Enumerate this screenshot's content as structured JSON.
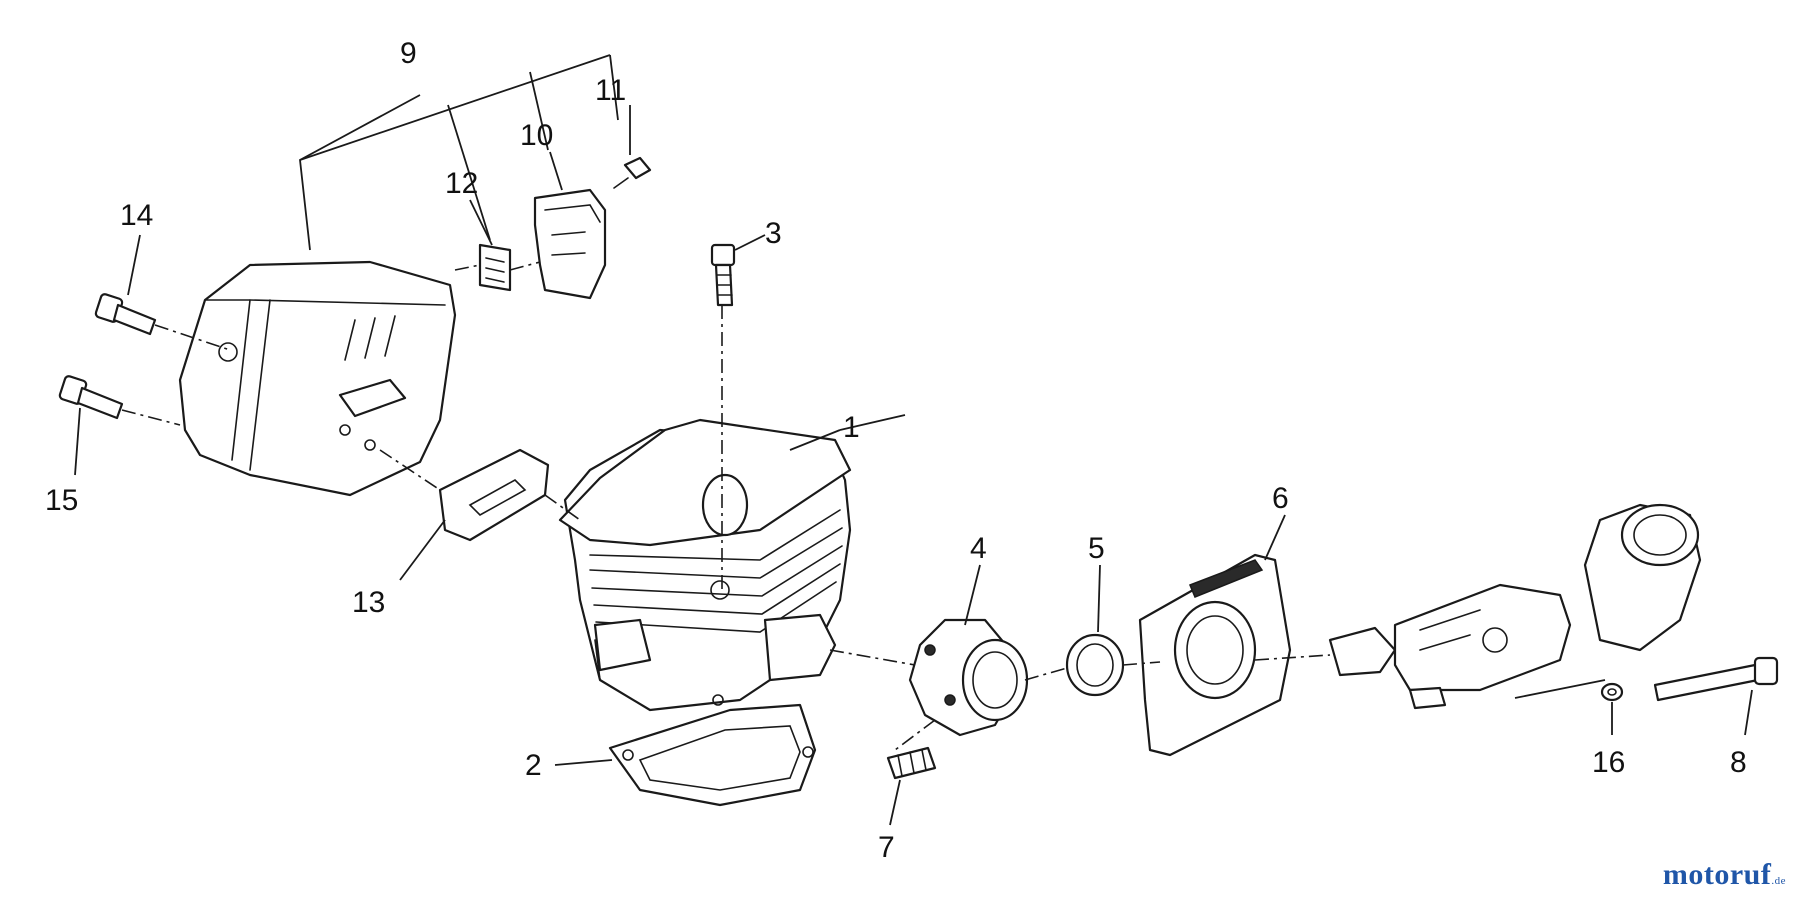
{
  "callouts": {
    "n1": "1",
    "n2": "2",
    "n3": "3",
    "n4": "4",
    "n5": "5",
    "n6": "6",
    "n7": "7",
    "n8": "8",
    "n9": "9",
    "n10": "10",
    "n11": "11",
    "n12": "12",
    "n13": "13",
    "n14": "14",
    "n15": "15",
    "n16": "16"
  },
  "watermark": {
    "name": "motoruf",
    "suffix": ".de"
  }
}
